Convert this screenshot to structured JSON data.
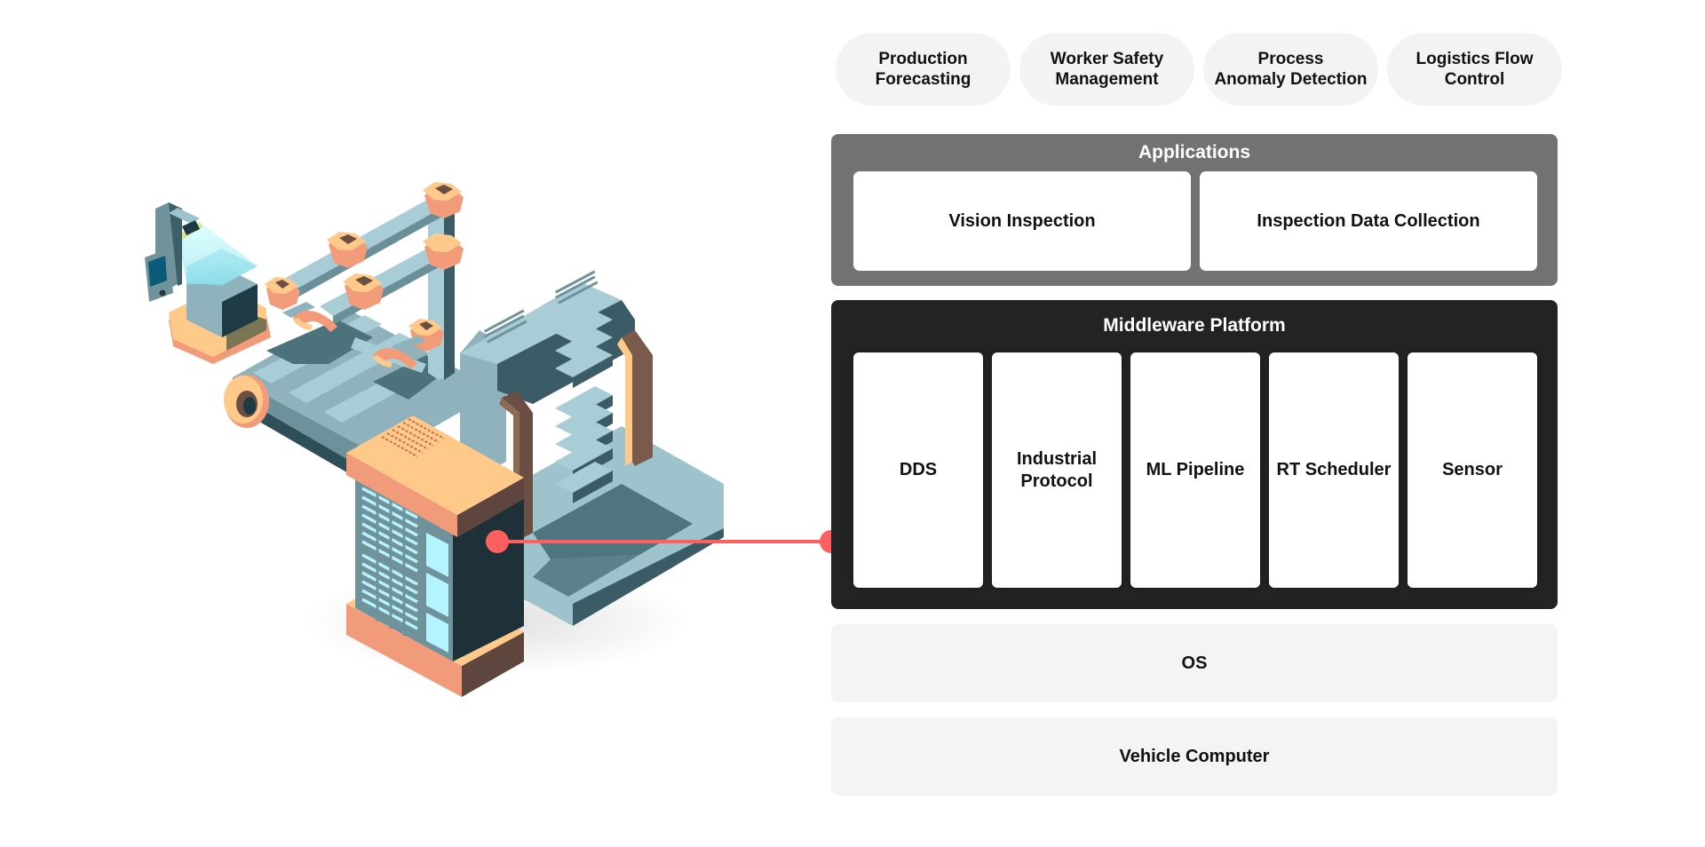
{
  "use_cases": [
    {
      "line1": "Production",
      "line2": "Forecasting"
    },
    {
      "line1": "Worker Safety",
      "line2": "Management"
    },
    {
      "line1": "Process",
      "line2": "Anomaly Detection"
    },
    {
      "line1": "Logistics Flow",
      "line2": "Control"
    }
  ],
  "applications": {
    "title": "Applications",
    "items": [
      "Vision Inspection",
      "Inspection Data Collection"
    ]
  },
  "middleware": {
    "title": "Middleware Platform",
    "items": [
      {
        "line1": "DDS",
        "line2": ""
      },
      {
        "line1": "Industrial",
        "line2": "Protocol"
      },
      {
        "line1": "ML Pipeline",
        "line2": ""
      },
      {
        "line1": "RT Scheduler",
        "line2": ""
      },
      {
        "line1": "Sensor",
        "line2": ""
      }
    ]
  },
  "os": {
    "label": "OS"
  },
  "vehicle_computer": {
    "label": "Vehicle Computer"
  },
  "illustration": {
    "subject": "isometric-factory-robot-arm-conveyor-inspection-station",
    "connector_color": "#ff5f5f"
  },
  "colors": {
    "applications_bg": "#727272",
    "middleware_bg": "#232323",
    "base_layer_bg": "#f4f4f4",
    "pill_bg": "#f3f3f3",
    "accent": "#ff5f5f"
  }
}
